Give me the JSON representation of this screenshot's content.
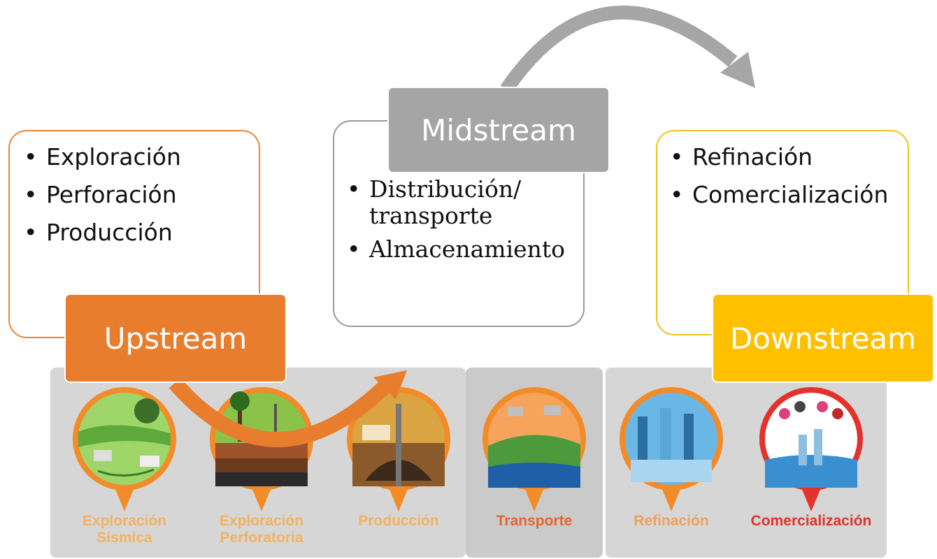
{
  "upstream": {
    "label": "Upstream",
    "items": [
      "Exploración",
      "Perforación",
      "Producción"
    ]
  },
  "midstream": {
    "label": "Midstream",
    "items": [
      "Distribución/ transporte",
      "Almacenamiento"
    ]
  },
  "downstream": {
    "label": "Downstream",
    "items": [
      "Refinación",
      "Comercialización"
    ]
  },
  "stages": [
    {
      "label": "Exploración Sísmica",
      "color": "#f4b35e"
    },
    {
      "label": "Exploración Perforatoria",
      "color": "#f4b35e"
    },
    {
      "label": "Producción",
      "color": "#f4b35e"
    },
    {
      "label": "Transporte",
      "color": "#e8642c"
    },
    {
      "label": "Refinación",
      "color": "#f1a05a"
    },
    {
      "label": "Comercialización",
      "color": "#e2322b"
    }
  ],
  "colors": {
    "upstream": "#e87d2e",
    "midstream": "#a5a5a5",
    "downstream": "#ffc000",
    "arrow_gray": "#a6a6a6"
  }
}
